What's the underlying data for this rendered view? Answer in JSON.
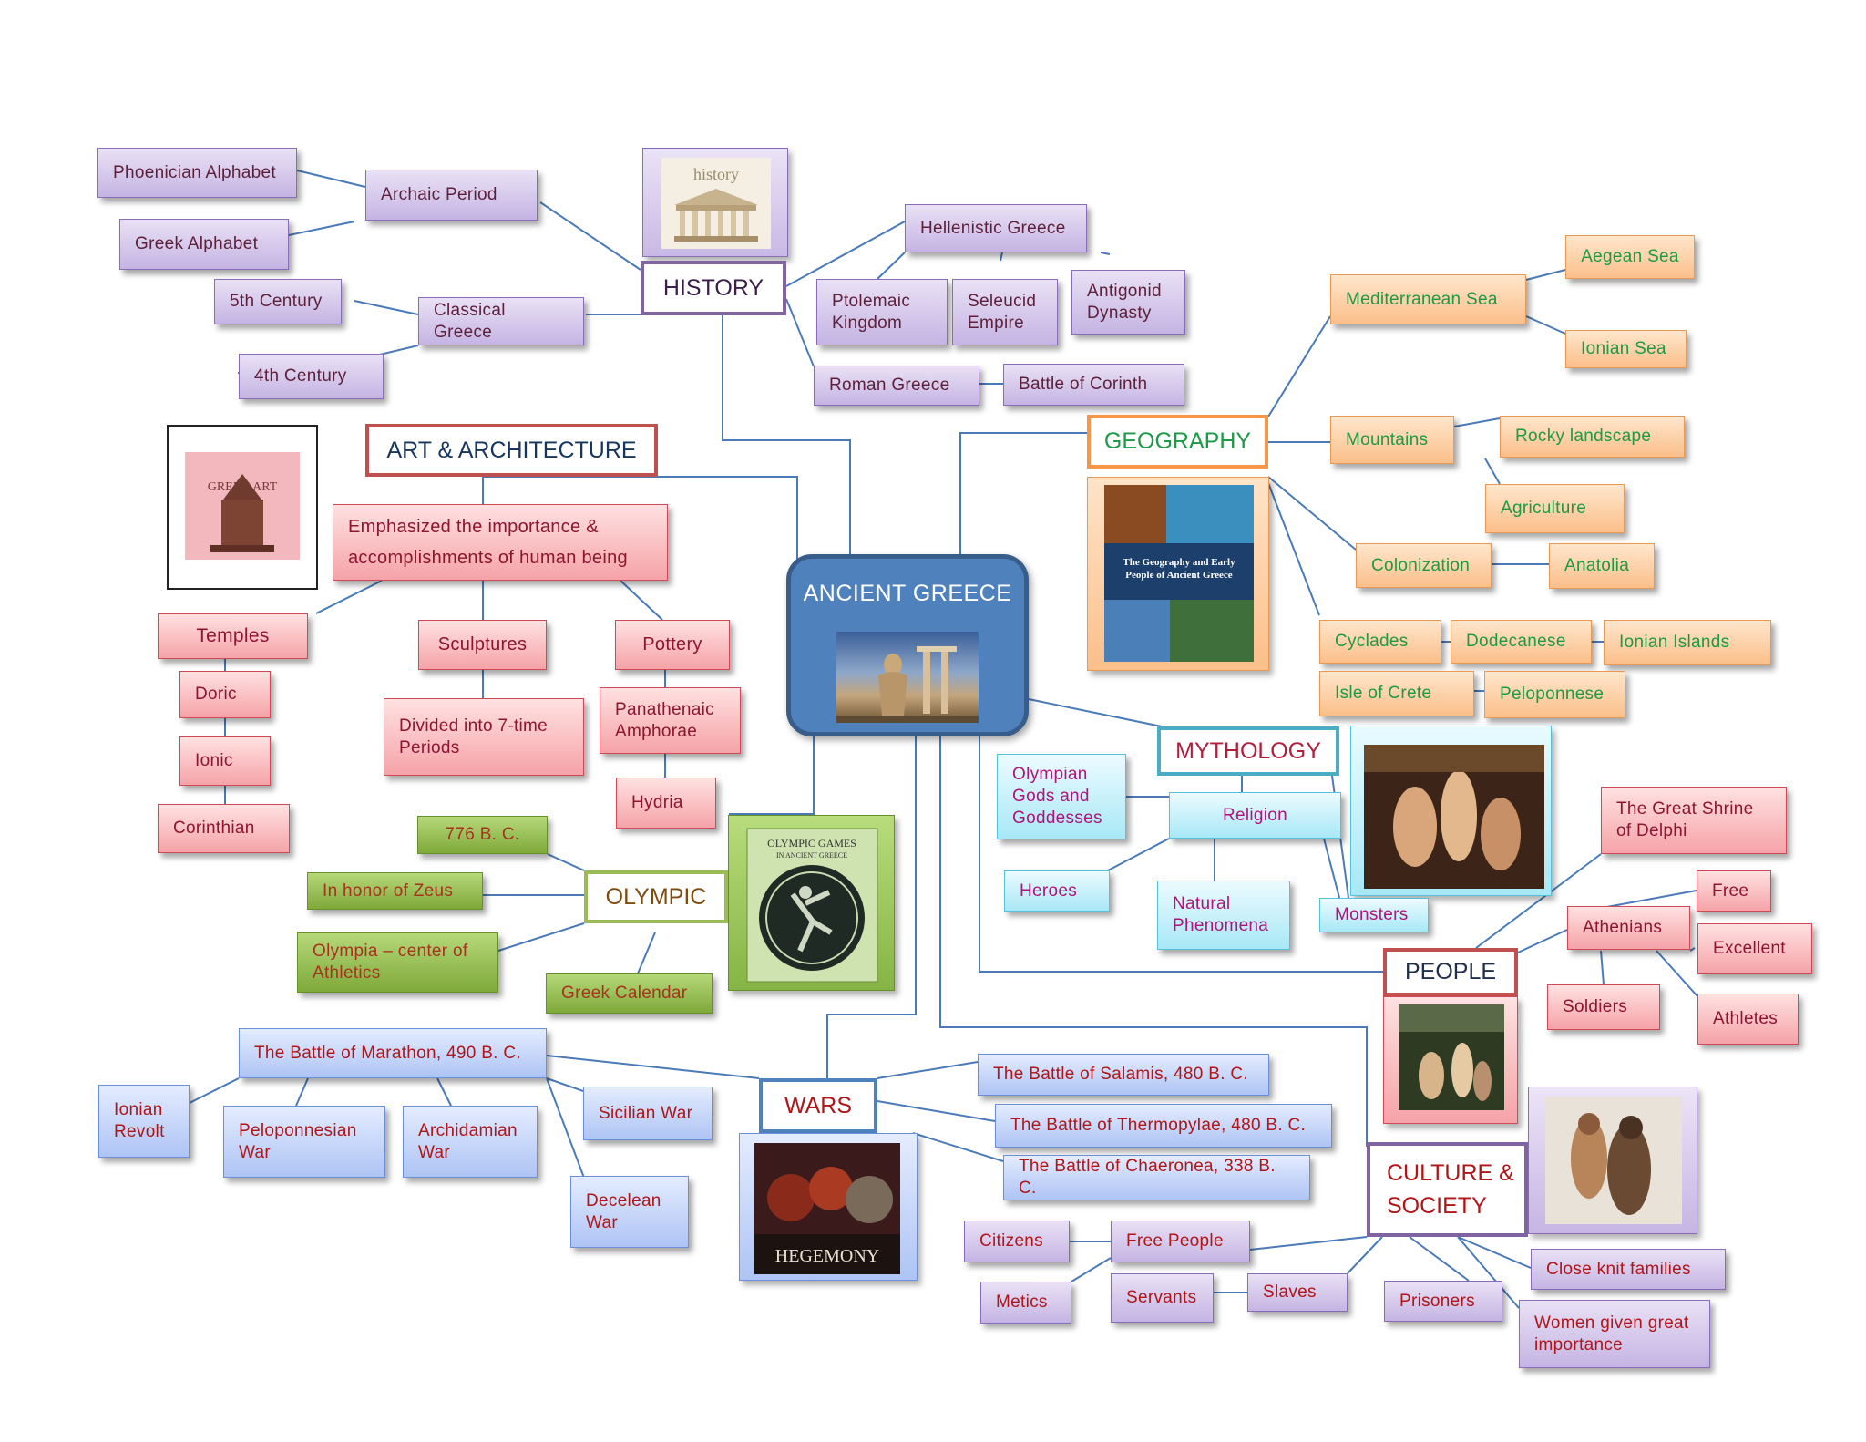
{
  "center": {
    "title": "ANCIENT GREECE",
    "image": "greek-statue-ruins"
  },
  "history": {
    "title": "HISTORY",
    "image": "parthenon-history-logo",
    "image_caption": "history",
    "archaic_period": "Archaic Period",
    "phoenician_alphabet": "Phoenician Alphabet",
    "greek_alphabet": "Greek Alphabet",
    "classical_greece": "Classical Greece",
    "century_5": "5th Century",
    "century_4": "4th Century",
    "hellenistic_greece": "Hellenistic Greece",
    "ptolemaic_kingdom": "Ptolemaic\nKingdom",
    "seleucid_empire": "Seleucid\nEmpire",
    "antigonid_dynasty": "Antigonid\nDynasty",
    "roman_greece": "Roman Greece",
    "battle_of_corinth": "Battle of Corinth"
  },
  "art": {
    "title": "ART & ARCHITECTURE",
    "image": "greek-art-temple",
    "image_caption": "GREEK ART",
    "emphasized": "Emphasized the importance &\naccomplishments of human being",
    "temples": "Temples",
    "doric": "Doric",
    "ionic": "Ionic",
    "corinthian": "Corinthian",
    "sculptures": "Sculptures",
    "divided_periods": "Divided into 7-time\nPeriods",
    "pottery": "Pottery",
    "panathenaic_amphorae": "Panathenaic\nAmphorae",
    "hydria": "Hydria"
  },
  "olympic": {
    "title": "OLYMPIC",
    "image": "olympic-games-book-cover",
    "image_caption": "OLYMPIC GAMES\nIN ANCIENT GREECE",
    "year_776": "776 B. C.",
    "honor_zeus": "In honor of Zeus",
    "olympia_center": "Olympia – center of\nAthletics",
    "greek_calendar": "Greek Calendar"
  },
  "geography": {
    "title": "GEOGRAPHY",
    "image": "greece-geography-collage",
    "image_caption": "The Geography and Early\nPeople of Ancient Greece",
    "mediterranean_sea": "Mediterranean Sea",
    "aegean_sea": "Aegean Sea",
    "ionian_sea": "Ionian Sea",
    "mountains": "Mountains",
    "rocky_landscape": "Rocky landscape",
    "agriculture": "Agriculture",
    "colonization": "Colonization",
    "anatolia": "Anatolia",
    "cyclades": "Cyclades",
    "dodecanese": "Dodecanese",
    "ionian_islands": "Ionian Islands",
    "isle_of_crete": "Isle of Crete",
    "peloponnese": "Peloponnese"
  },
  "mythology": {
    "title": "MYTHOLOGY",
    "image": "mythology-painting",
    "olympian_gods": "Olympian\nGods and\nGoddesses",
    "religion": "Religion",
    "heroes": "Heroes",
    "natural_phenomena": "Natural\nPhenomena",
    "monsters": "Monsters"
  },
  "people": {
    "title": "PEOPLE",
    "image": "people-painting",
    "great_shrine_delphi": "The Great Shrine\nof Delphi",
    "athenians": "Athenians",
    "free": "Free",
    "excellent": "Excellent",
    "soldiers": "Soldiers",
    "athletes": "Athletes"
  },
  "wars": {
    "title": "WARS",
    "image": "hegemony-game-cover",
    "image_caption": "HEGEMONY",
    "battle_marathon": "The Battle of Marathon, 490 B. C.",
    "ionian_revolt": "Ionian\nRevolt",
    "peloponnesian_war": "Peloponnesian\nWar",
    "archidamian_war": "Archidamian\nWar",
    "sicilian_war": "Sicilian War",
    "decelean_war": "Decelean\nWar",
    "battle_salamis": "The Battle of Salamis, 480 B. C.",
    "battle_thermopylae": "The Battle of Thermopylae, 480 B. C.",
    "battle_chaeronea": "The Battle of Chaeronea, 338 B. C."
  },
  "culture": {
    "title": "CULTURE &\nSOCIETY",
    "image": "culture-painting",
    "citizens": "Citizens",
    "free_people": "Free People",
    "metics": "Metics",
    "servants": "Servants",
    "slaves": "Slaves",
    "prisoners": "Prisoners",
    "close_knit_families": "Close knit families",
    "women_importance": "Women given great\nimportance"
  },
  "colors": {
    "connector": "#4a7ab8",
    "center_fill": "#4f81bd",
    "history_border": "#8064a2",
    "art_border": "#c0504d",
    "olympic_border": "#9bbb59",
    "geography_border": "#f79646",
    "mythology_border": "#4bacc6",
    "people_border": "#c0504d",
    "wars_border": "#4f81bd",
    "culture_border": "#8064a2"
  }
}
